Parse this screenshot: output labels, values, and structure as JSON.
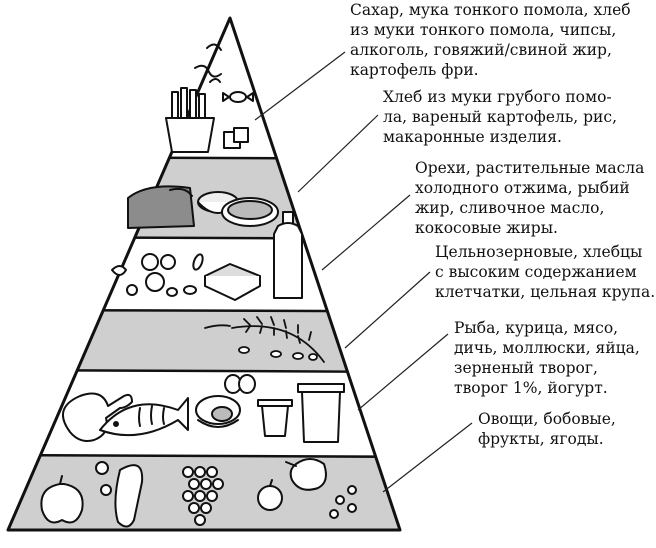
{
  "colors": {
    "outline": "#111111",
    "band_white": "#ffffff",
    "band_gray": "#cfcfcf"
  },
  "tiers": [
    {
      "label": "Сахар, мука тонкого помола, хлеб\nиз муки тонкого помола, чипсы,\nалкоголь, говяжий/свиной жир,\nкартофель фри.",
      "fill": "white",
      "icons": [
        "pasta-icon",
        "fries-icon",
        "candy-icon",
        "sugar-cubes-icon"
      ]
    },
    {
      "label": "Хлеб из муки грубого помо-\nла, вареный картофель, рис,\nмакаронные изделия.",
      "fill": "gray",
      "icons": [
        "bread-loaf-icon",
        "rice-bowl-icon",
        "baked-dish-icon"
      ]
    },
    {
      "label": "Орехи, растительные масла\nхолодного отжима, рыбий\nжир, сливочное масло,\nкокосовые жиры.",
      "fill": "white",
      "icons": [
        "nuts-icon",
        "butter-icon",
        "oil-bottle-icon"
      ]
    },
    {
      "label": "Цельнозерновые, хлебцы\nс высоким содержанием\nклетчатки, цельная крупа.",
      "fill": "gray",
      "icons": [
        "wheat-icon",
        "grains-icon"
      ]
    },
    {
      "label": "Рыба, курица, мясо,\nдичь, моллюски, яйца,\nзерненый творог,\nтворог 1%, йогурт.",
      "fill": "white",
      "icons": [
        "chicken-leg-icon",
        "fish-icon",
        "eggs-icon",
        "mussel-icon",
        "yogurt-cup-icon",
        "jar-icon"
      ]
    },
    {
      "label": "Овощи, бобовые,\nфрукты, ягоды.",
      "fill": "gray",
      "icons": [
        "apple-icon",
        "cucumber-icon",
        "grapes-icon",
        "pear-icon",
        "berries-icon"
      ]
    }
  ]
}
